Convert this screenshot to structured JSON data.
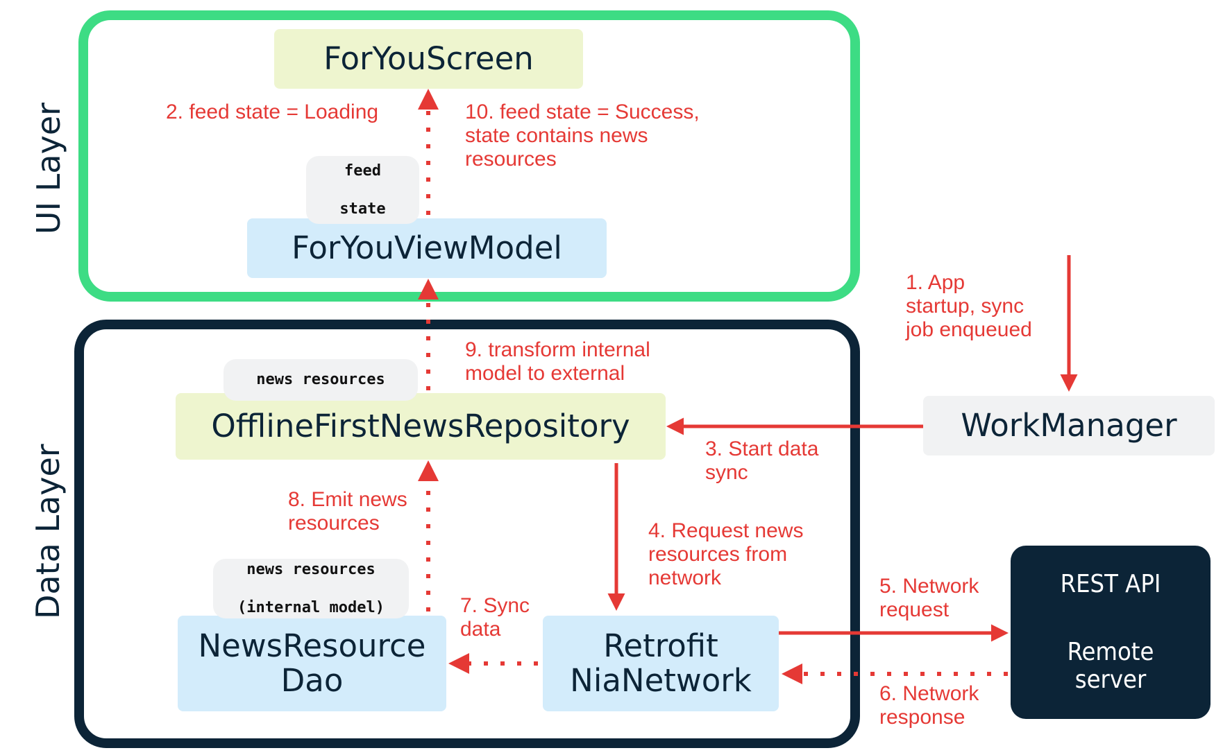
{
  "layers": {
    "ui": "UI Layer",
    "data": "Data Layer"
  },
  "nodes": {
    "for_you_screen": "ForYouScreen",
    "for_you_viewmodel": "ForYouViewModel",
    "repository": "OfflineFirstNewsRepository",
    "dao": [
      "NewsResource",
      "Dao"
    ],
    "retrofit": [
      "Retrofit",
      "NiaNetwork"
    ],
    "work_manager": "WorkManager",
    "rest_api": {
      "title": "REST API",
      "subtitle": [
        "Remote",
        "server"
      ]
    }
  },
  "tags": {
    "feed_state": [
      "feed",
      "state"
    ],
    "news_resources": "news resources",
    "news_resources_internal": [
      "news resources",
      "(internal model)"
    ]
  },
  "steps": {
    "s1": [
      "1. App",
      "startup, sync",
      "job enqueued"
    ],
    "s2": [
      "2. feed state = Loading"
    ],
    "s3": [
      "3. Start data",
      "sync"
    ],
    "s4": [
      "4. Request news",
      "resources from",
      "network"
    ],
    "s5": [
      "5. Network",
      "request"
    ],
    "s6": [
      "6. Network",
      "response"
    ],
    "s7": [
      "7. Sync",
      "data"
    ],
    "s8": [
      "8. Emit news",
      "resources"
    ],
    "s9": [
      "9. transform internal",
      "model to external"
    ],
    "s10": [
      "10. feed state = Success,",
      "state contains news",
      "resources"
    ]
  },
  "colors": {
    "ui_layer_border": "#3ddc84",
    "data_layer_border": "#0c2437",
    "arrow": "#e53935",
    "green_node": "#eef5cf",
    "blue_node": "#d3ecfb",
    "gray_node": "#f1f2f3"
  }
}
